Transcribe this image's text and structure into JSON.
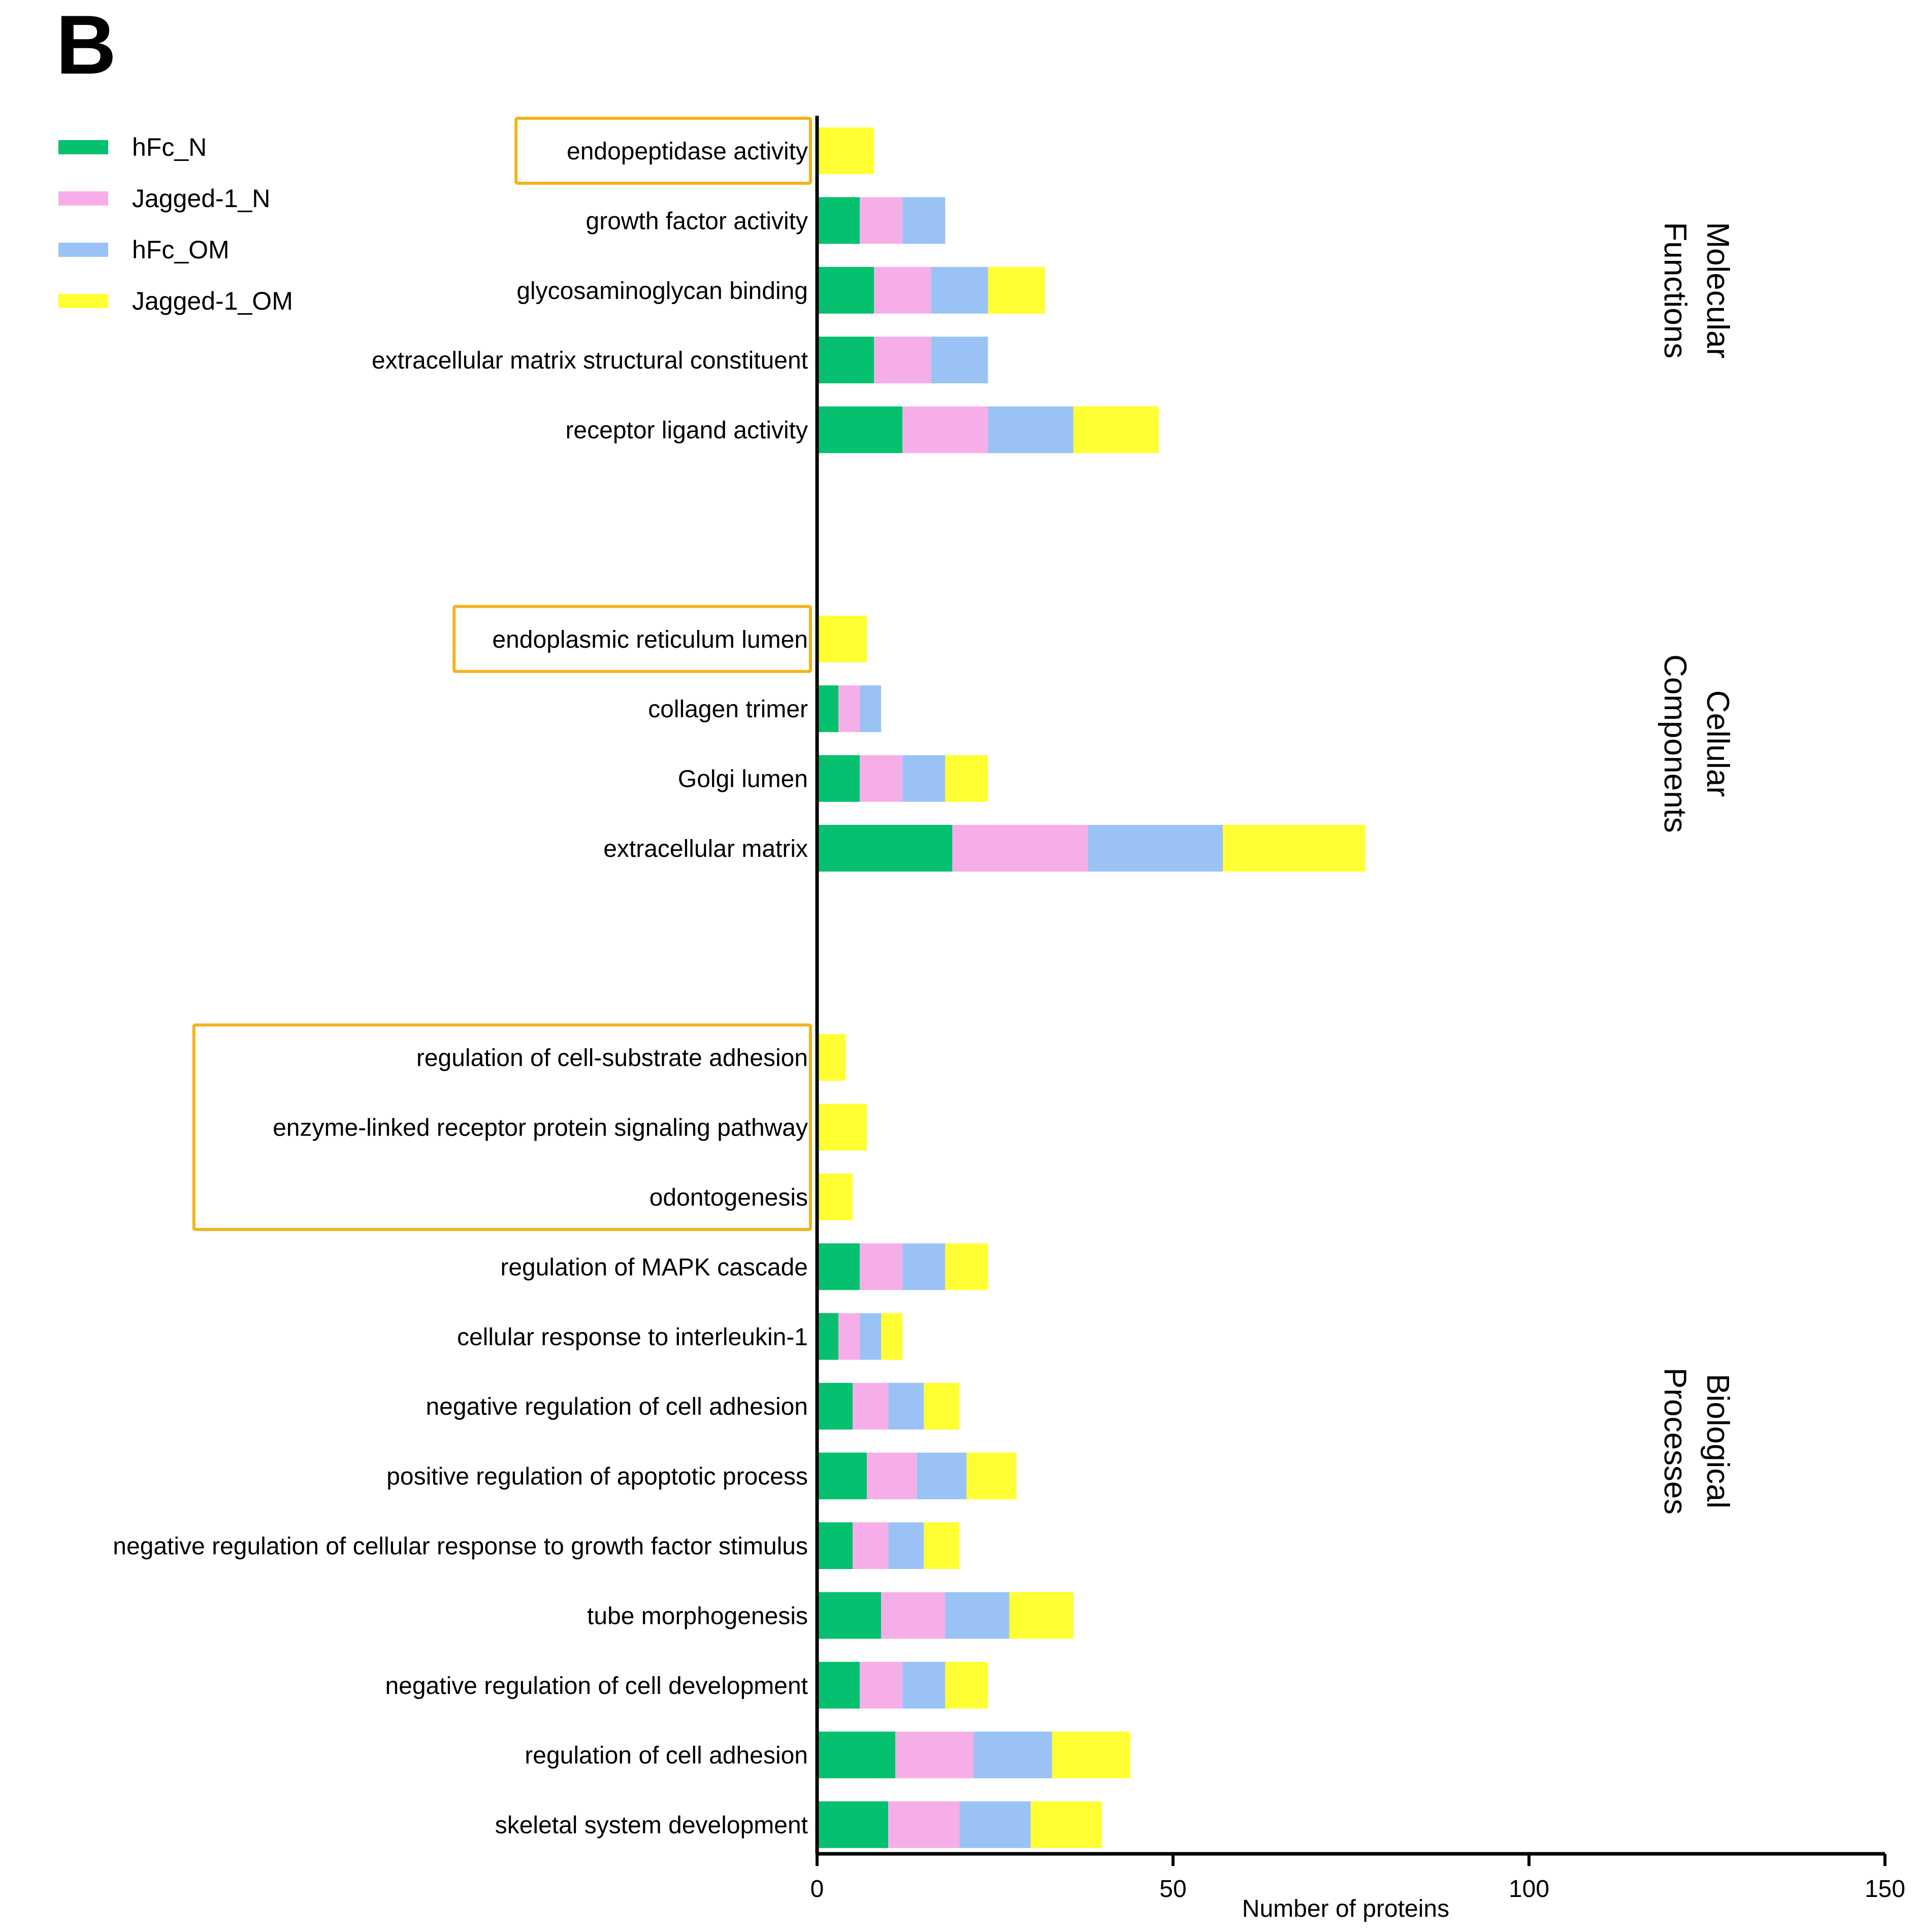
{
  "panel_label": "B",
  "chart_data": {
    "type": "bar",
    "orientation": "horizontal",
    "stacked": true,
    "xlabel": "Number of proteins",
    "xlim": [
      0,
      150
    ],
    "xticks": [
      0,
      50,
      100,
      150
    ],
    "grid": false,
    "legend_position": "top-left",
    "series": [
      {
        "name": "hFc_N",
        "color": "#05c16f"
      },
      {
        "name": "Jagged-1_N",
        "color": "#f6aee8"
      },
      {
        "name": "hFc_OM",
        "color": "#9ac2f5"
      },
      {
        "name": "Jagged-1_OM",
        "color": "#ffff33"
      }
    ],
    "groups": [
      {
        "name": "Molecular Functions",
        "label_lines": [
          "Molecular",
          "Functions"
        ],
        "categories": [
          {
            "label": "endopeptidase activity",
            "values": [
              0,
              0,
              0,
              8
            ],
            "highlighted": true
          },
          {
            "label": "growth factor activity",
            "values": [
              6,
              6,
              6,
              0
            ]
          },
          {
            "label": "glycosaminoglycan binding",
            "values": [
              8,
              8,
              8,
              8
            ]
          },
          {
            "label": "extracellular matrix structural constituent",
            "values": [
              8,
              8,
              8,
              0
            ]
          },
          {
            "label": "receptor ligand activity",
            "values": [
              12,
              12,
              12,
              12
            ]
          }
        ]
      },
      {
        "name": "Cellular Components",
        "label_lines": [
          "Cellular",
          "Components"
        ],
        "categories": [
          {
            "label": "endoplasmic reticulum lumen",
            "values": [
              0,
              0,
              0,
              7
            ],
            "highlighted": true
          },
          {
            "label": "collagen trimer",
            "values": [
              3,
              3,
              3,
              0
            ]
          },
          {
            "label": "Golgi lumen",
            "values": [
              6,
              6,
              6,
              6
            ]
          },
          {
            "label": "extracellular matrix",
            "values": [
              19,
              19,
              19,
              20
            ]
          }
        ]
      },
      {
        "name": "Biological Processes",
        "label_lines": [
          "Biological",
          "Processes"
        ],
        "categories": [
          {
            "label": "regulation of cell-substrate adhesion",
            "values": [
              0,
              0,
              0,
              4
            ],
            "highlighted": true
          },
          {
            "label": "enzyme-linked receptor protein signaling pathway",
            "values": [
              0,
              0,
              0,
              7
            ],
            "highlighted": true
          },
          {
            "label": "odontogenesis",
            "values": [
              0,
              0,
              0,
              5
            ],
            "highlighted": true
          },
          {
            "label": "regulation of MAPK cascade",
            "values": [
              6,
              6,
              6,
              6
            ]
          },
          {
            "label": "cellular response to interleukin-1",
            "values": [
              3,
              3,
              3,
              3
            ]
          },
          {
            "label": "negative regulation of cell adhesion",
            "values": [
              5,
              5,
              5,
              5
            ]
          },
          {
            "label": "positive regulation of apoptotic process",
            "values": [
              7,
              7,
              7,
              7
            ]
          },
          {
            "label": "negative regulation of cellular response to growth factor stimulus",
            "values": [
              5,
              5,
              5,
              5
            ]
          },
          {
            "label": "tube morphogenesis",
            "values": [
              9,
              9,
              9,
              9
            ]
          },
          {
            "label": "negative regulation of cell development",
            "values": [
              6,
              6,
              6,
              6
            ]
          },
          {
            "label": "regulation of cell adhesion",
            "values": [
              11,
              11,
              11,
              11
            ]
          },
          {
            "label": "skeletal system development",
            "values": [
              10,
              10,
              10,
              10
            ]
          }
        ]
      }
    ]
  },
  "highlight_color": "#f5b21c"
}
